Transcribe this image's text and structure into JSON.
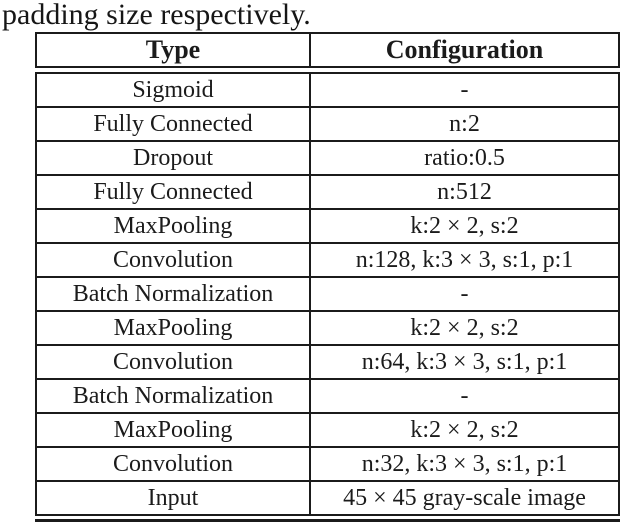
{
  "caption": "padding size respectively.",
  "colors": {
    "text": "#1b1b1b",
    "border": "#1b1b1b",
    "background": "#ffffff"
  },
  "table": {
    "headers": [
      "Type",
      "Configuration"
    ],
    "rows": [
      [
        "Sigmoid",
        "-"
      ],
      [
        "Fully Connected",
        "n:2"
      ],
      [
        "Dropout",
        "ratio:0.5"
      ],
      [
        "Fully Connected",
        "n:512"
      ],
      [
        "MaxPooling",
        "k:2 × 2, s:2"
      ],
      [
        "Convolution",
        "n:128, k:3 × 3, s:1, p:1"
      ],
      [
        "Batch Normalization",
        "-"
      ],
      [
        "MaxPooling",
        "k:2 × 2, s:2"
      ],
      [
        "Convolution",
        "n:64, k:3 × 3, s:1, p:1"
      ],
      [
        "Batch Normalization",
        "-"
      ],
      [
        "MaxPooling",
        "k:2 × 2, s:2"
      ],
      [
        "Convolution",
        "n:32, k:3 × 3, s:1, p:1"
      ],
      [
        "Input",
        "45 × 45 gray-scale image"
      ]
    ]
  }
}
